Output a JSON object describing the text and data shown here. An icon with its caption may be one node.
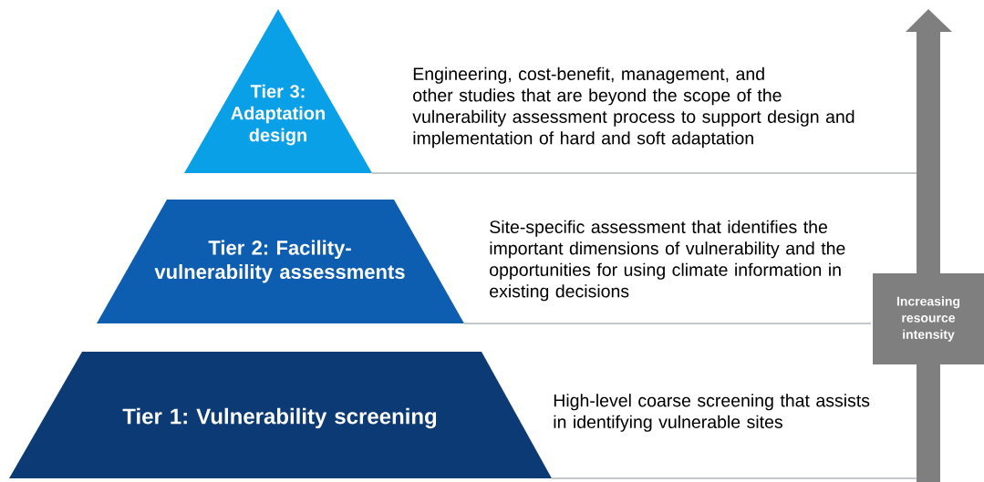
{
  "diagram": {
    "nodes": [
      {
        "text": [
          "Tier 3: Adaptation design"
        ],
        "beside": [
          "Engineering, cost-benefit, management, and other studies that are beyond the scope of the vulnerability assessment process to support design and implementation of hard and soft adaptation"
        ]
      },
      {
        "text": [
          "Tier 2: Facility-vulnerability assessments"
        ],
        "beside": [
          "Site-specific assessment that identifies the important dimensions of vulnerability and the opportunities for using climate information in existing decisions"
        ]
      },
      {
        "text": [
          "Tier 1: Vulnerability screening"
        ],
        "beside": [
          "High-level coarse screening that assists in identifying vulnerable sites"
        ]
      },
      {
        "text": [
          "Increasing resource intensity"
        ]
      }
    ]
  }
}
